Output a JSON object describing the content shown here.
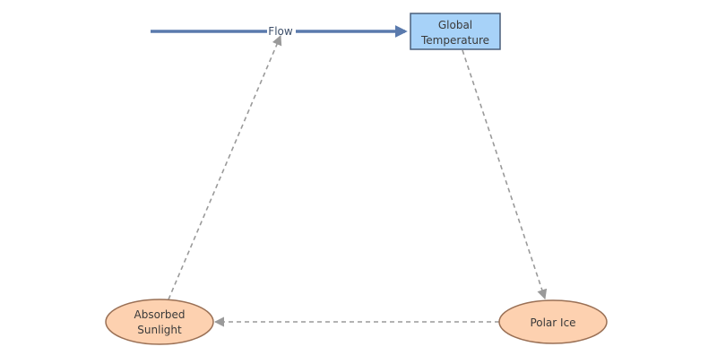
{
  "diagram": {
    "flow": {
      "label": "Flow",
      "color": "#5a7aad"
    },
    "nodes": {
      "global_temperature": {
        "line1": "Global",
        "line2": "Temperature",
        "shape": "rectangle",
        "fill": "#a7d2f8",
        "stroke": "#4a5f7a"
      },
      "polar_ice": {
        "line1": "Polar Ice",
        "shape": "ellipse",
        "fill": "#fdd1b0",
        "stroke": "#9a7055"
      },
      "absorbed_sunlight": {
        "line1": "Absorbed",
        "line2": "Sunlight",
        "shape": "ellipse",
        "fill": "#fdd1b0",
        "stroke": "#9a7055"
      }
    },
    "links": [
      {
        "from": "global_temperature",
        "to": "polar_ice",
        "style": "dashed"
      },
      {
        "from": "polar_ice",
        "to": "absorbed_sunlight",
        "style": "dashed"
      },
      {
        "from": "absorbed_sunlight",
        "to": "flow",
        "style": "dashed"
      }
    ]
  }
}
